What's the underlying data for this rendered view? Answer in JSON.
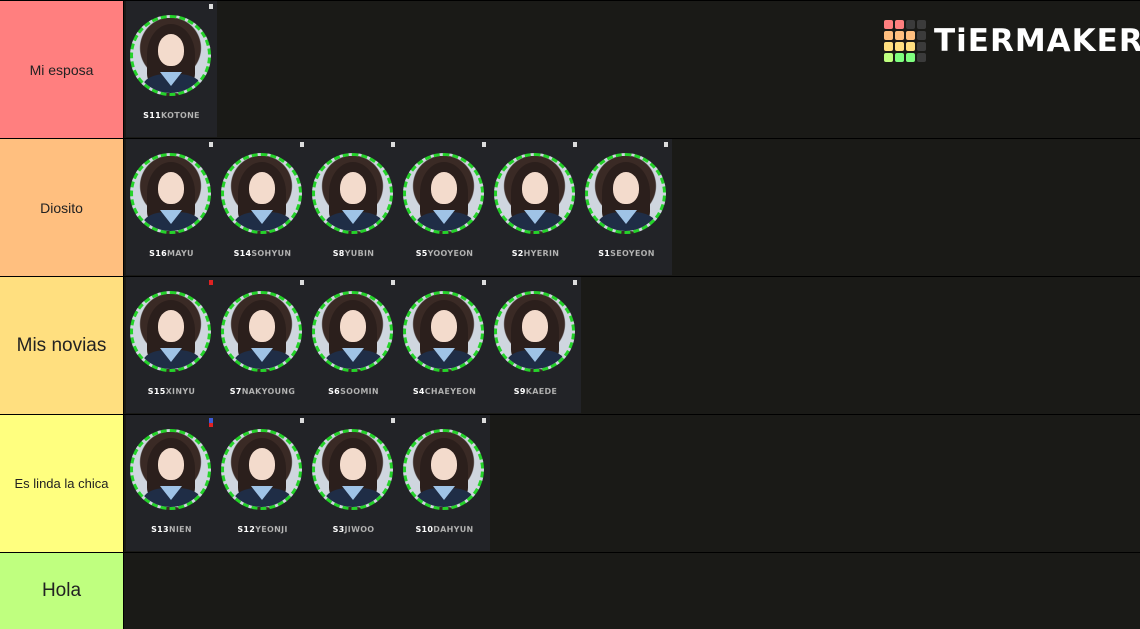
{
  "brand": {
    "name": "TiERMAKER",
    "grid_colors": [
      "#ff7f7f",
      "#ff7f7f",
      "#3b3b3b",
      "#3b3b3b",
      "#ffbf7f",
      "#ffbf7f",
      "#ffbf7f",
      "#3b3b3b",
      "#ffdf80",
      "#ffdf80",
      "#ffdf80",
      "#3b3b3b",
      "#bfff7f",
      "#7fff7f",
      "#7fff7f",
      "#3b3b3b"
    ]
  },
  "tiers": [
    {
      "label": "Mi esposa",
      "color": "#ff7f7f",
      "items": [
        {
          "code": "S11",
          "name": "KOTONE",
          "flag": "white"
        }
      ]
    },
    {
      "label": "Diosito",
      "color": "#ffbf7f",
      "items": [
        {
          "code": "S16",
          "name": "MAYU",
          "flag": "white"
        },
        {
          "code": "S14",
          "name": "SOHYUN",
          "flag": "white"
        },
        {
          "code": "S8",
          "name": "YUBIN",
          "flag": "white"
        },
        {
          "code": "S5",
          "name": "YOOYEON",
          "flag": "white"
        },
        {
          "code": "S2",
          "name": "HYERIN",
          "flag": "white"
        },
        {
          "code": "S1",
          "name": "SEOYEON",
          "flag": "white"
        }
      ]
    },
    {
      "label": "Mis novias",
      "color": "#ffdf7f",
      "items": [
        {
          "code": "S15",
          "name": "XINYU",
          "flag": "red"
        },
        {
          "code": "S7",
          "name": "NAKYOUNG",
          "flag": "white"
        },
        {
          "code": "S6",
          "name": "SOOMIN",
          "flag": "white"
        },
        {
          "code": "S4",
          "name": "CHAEYEON",
          "flag": "white"
        },
        {
          "code": "S9",
          "name": "KAEDE",
          "flag": "white"
        }
      ]
    },
    {
      "label": "Es linda la chica",
      "color": "#ffff7f",
      "items": [
        {
          "code": "S13",
          "name": "NIEN",
          "flag": "blue"
        },
        {
          "code": "S12",
          "name": "YEONJI",
          "flag": "white"
        },
        {
          "code": "S3",
          "name": "JIWOO",
          "flag": "white"
        },
        {
          "code": "S10",
          "name": "DAHYUN",
          "flag": "white"
        }
      ]
    },
    {
      "label": "Hola",
      "color": "#bfff7f",
      "items": []
    }
  ]
}
